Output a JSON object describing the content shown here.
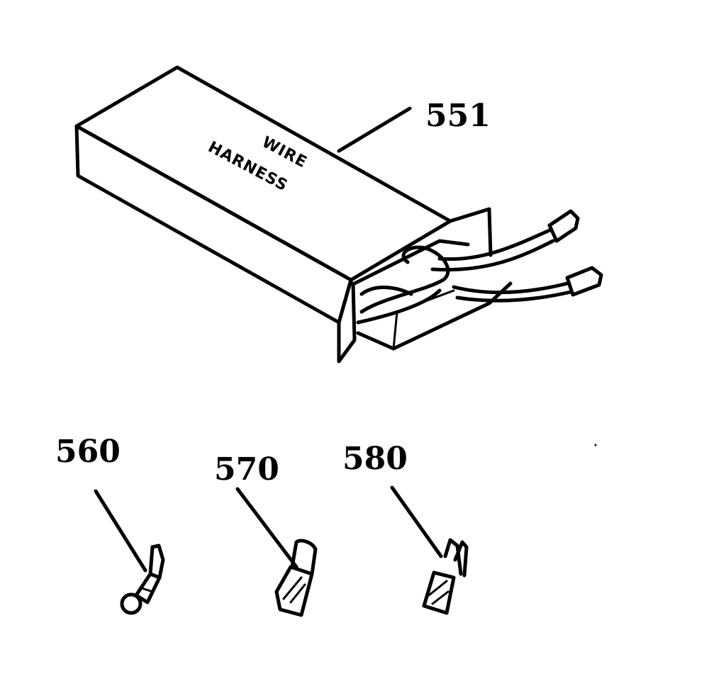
{
  "parts": {
    "harness_box": {
      "callout": "551",
      "label_line1": "WIRE",
      "label_line2": "HARNESS"
    },
    "terminal_ring": {
      "callout": "560"
    },
    "terminal_hook": {
      "callout": "570"
    },
    "terminal_spade": {
      "callout": "580"
    }
  },
  "colors": {
    "ink": "#000000",
    "paper": "#ffffff"
  }
}
